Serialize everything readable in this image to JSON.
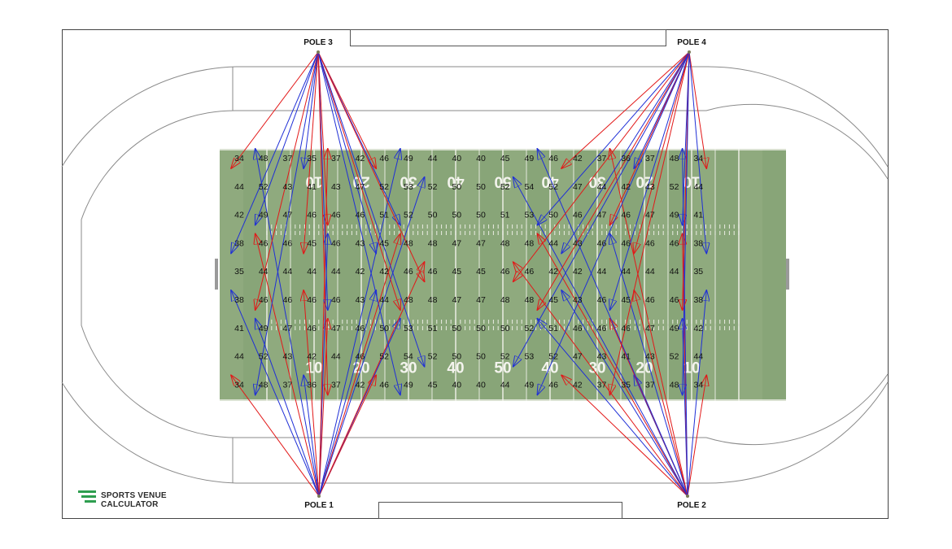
{
  "poles": [
    {
      "id": "pole1",
      "label": "POLE 1"
    },
    {
      "id": "pole2",
      "label": "POLE 2"
    },
    {
      "id": "pole3",
      "label": "POLE 3"
    },
    {
      "id": "pole4",
      "label": "POLE 4"
    }
  ],
  "brand": {
    "line1": "SPORTS VENUE",
    "line2": "CALCULATOR",
    "logo_icon": "stripes-logo-icon",
    "logo_color": "#2e9e4f"
  },
  "colors": {
    "field": "#8faa7e",
    "field_stripe": "#84a174",
    "beam_narrow": "#1f2fd6",
    "beam_wide": "#e21818",
    "track_line": "#8a8a8a"
  },
  "yard_labels": {
    "top": [
      "10",
      "20",
      "30",
      "40",
      "50",
      "40",
      "30",
      "20",
      "10"
    ],
    "bottom": [
      "10",
      "20",
      "30",
      "40",
      "50",
      "40",
      "30",
      "20",
      "10"
    ]
  },
  "lux_grid": [
    [
      "34",
      "48",
      "37",
      "35",
      "37",
      "42",
      "46",
      "49",
      "44",
      "40",
      "40",
      "45",
      "49",
      "46",
      "42",
      "37",
      "36",
      "37",
      "48",
      "34"
    ],
    [
      "44",
      "52",
      "43",
      "41",
      "43",
      "47",
      "52",
      "53",
      "52",
      "50",
      "50",
      "52",
      "54",
      "52",
      "47",
      "44",
      "42",
      "43",
      "52",
      "44"
    ],
    [
      "42",
      "49",
      "47",
      "46",
      "46",
      "46",
      "51",
      "52",
      "50",
      "50",
      "50",
      "51",
      "53",
      "50",
      "46",
      "47",
      "46",
      "47",
      "49",
      "41"
    ],
    [
      "38",
      "46",
      "46",
      "45",
      "46",
      "43",
      "45",
      "48",
      "48",
      "47",
      "47",
      "48",
      "48",
      "44",
      "43",
      "46",
      "46",
      "46",
      "46",
      "38"
    ],
    [
      "35",
      "44",
      "44",
      "44",
      "44",
      "42",
      "42",
      "46",
      "46",
      "45",
      "45",
      "46",
      "46",
      "42",
      "42",
      "44",
      "44",
      "44",
      "44",
      "35"
    ],
    [
      "38",
      "46",
      "46",
      "46",
      "46",
      "43",
      "44",
      "48",
      "48",
      "47",
      "47",
      "48",
      "48",
      "45",
      "43",
      "46",
      "45",
      "46",
      "46",
      "38"
    ],
    [
      "41",
      "49",
      "47",
      "46",
      "47",
      "46",
      "50",
      "53",
      "51",
      "50",
      "50",
      "50",
      "52",
      "51",
      "46",
      "46",
      "46",
      "47",
      "49",
      "42"
    ],
    [
      "44",
      "52",
      "43",
      "42",
      "44",
      "46",
      "52",
      "54",
      "52",
      "50",
      "50",
      "52",
      "53",
      "52",
      "47",
      "43",
      "41",
      "43",
      "52",
      "44"
    ],
    [
      "34",
      "48",
      "37",
      "36",
      "37",
      "42",
      "46",
      "49",
      "45",
      "40",
      "40",
      "44",
      "49",
      "46",
      "42",
      "37",
      "35",
      "37",
      "48",
      "34"
    ]
  ]
}
